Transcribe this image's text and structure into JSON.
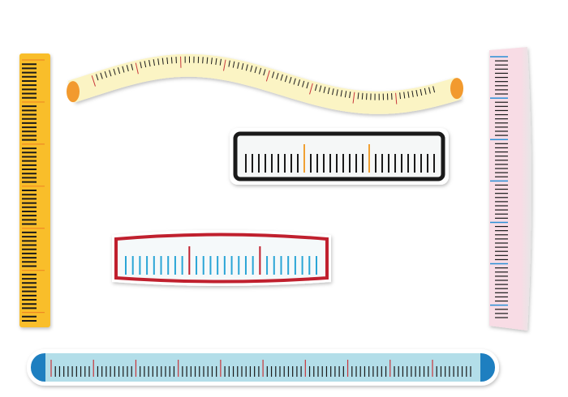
{
  "colors": {
    "yellow_ruler": "#F9BE2A",
    "yellow_major_tick": "#F08A24",
    "tape_body": "#FBF4C4",
    "tape_end": "#F29A2E",
    "tape_major_tick": "#C8353A",
    "black_frame": "#1A1A1A",
    "black_major_tick": "#F0A033",
    "red_frame": "#C0202E",
    "red_minor_tick": "#2AA5D6",
    "pink_ruler": "#F8DCE5",
    "pink_major_tick": "#2A8FD6",
    "blue_ruler": "#B3DEE9",
    "blue_end": "#1E7FC0",
    "blue_major_tick": "#C8353A",
    "tick": "#1A1A1A"
  },
  "rulers": [
    {
      "name": "yellow-vertical-ruler",
      "ticks": 63,
      "major_every": 10
    },
    {
      "name": "wavy-tape-measure",
      "ticks": 80,
      "major_every": 10
    },
    {
      "name": "black-frame-ruler",
      "ticks": 30,
      "major_at": [
        9,
        19
      ]
    },
    {
      "name": "red-frame-ruler",
      "ticks": 28,
      "major_at": [
        9,
        19
      ]
    },
    {
      "name": "pink-vertical-ruler",
      "ticks": 64,
      "major_every": 10
    },
    {
      "name": "blue-horizontal-ruler",
      "ticks": 100,
      "major_every": 10
    }
  ]
}
